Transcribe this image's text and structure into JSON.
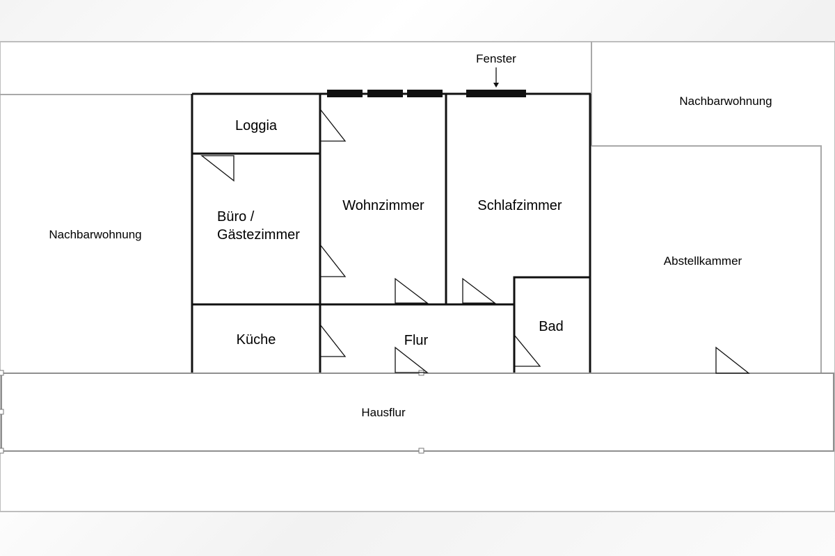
{
  "rooms": {
    "loggia": "Loggia",
    "buero_line1": "Büro /",
    "buero_line2": "Gästezimmer",
    "wohnzimmer": "Wohnzimmer",
    "schlafzimmer": "Schlafzimmer",
    "kueche": "Küche",
    "flur": "Flur",
    "bad": "Bad"
  },
  "surroundings": {
    "nachbar_links": "Nachbarwohnung",
    "nachbar_rechts": "Nachbarwohnung",
    "abstellkammer": "Abstellkammer",
    "hausflur": "Hausflur"
  },
  "annotation": {
    "fenster": "Fenster"
  }
}
